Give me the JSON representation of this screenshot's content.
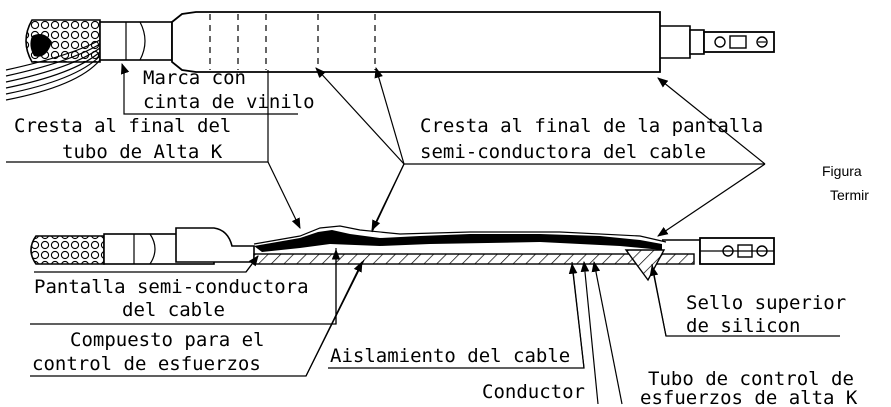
{
  "labels": {
    "marca_line1": "Marca con",
    "marca_line2": "cinta de vinilo",
    "cresta_alta_k_line1": "Cresta al final del",
    "cresta_alta_k_line2": "tubo de Alta K",
    "cresta_pantalla_line1": "Cresta al final de la pantalla",
    "cresta_pantalla_line2": "semi-conductora del cable",
    "figura_line1": "Figura",
    "figura_line2": "Termir",
    "pantalla_line1": "Pantalla semi-conductora",
    "pantalla_line2": "del cable",
    "compuesto_line1": "Compuesto para el",
    "compuesto_line2": "control de esfuerzos",
    "aislamiento": "Aislamiento del cable",
    "conductor": "Conductor",
    "sello_line1": "Sello superior",
    "sello_line2": "de silicon",
    "tubo_line1": "Tubo de control de",
    "tubo_line2": "esfuerzos de alta K"
  }
}
